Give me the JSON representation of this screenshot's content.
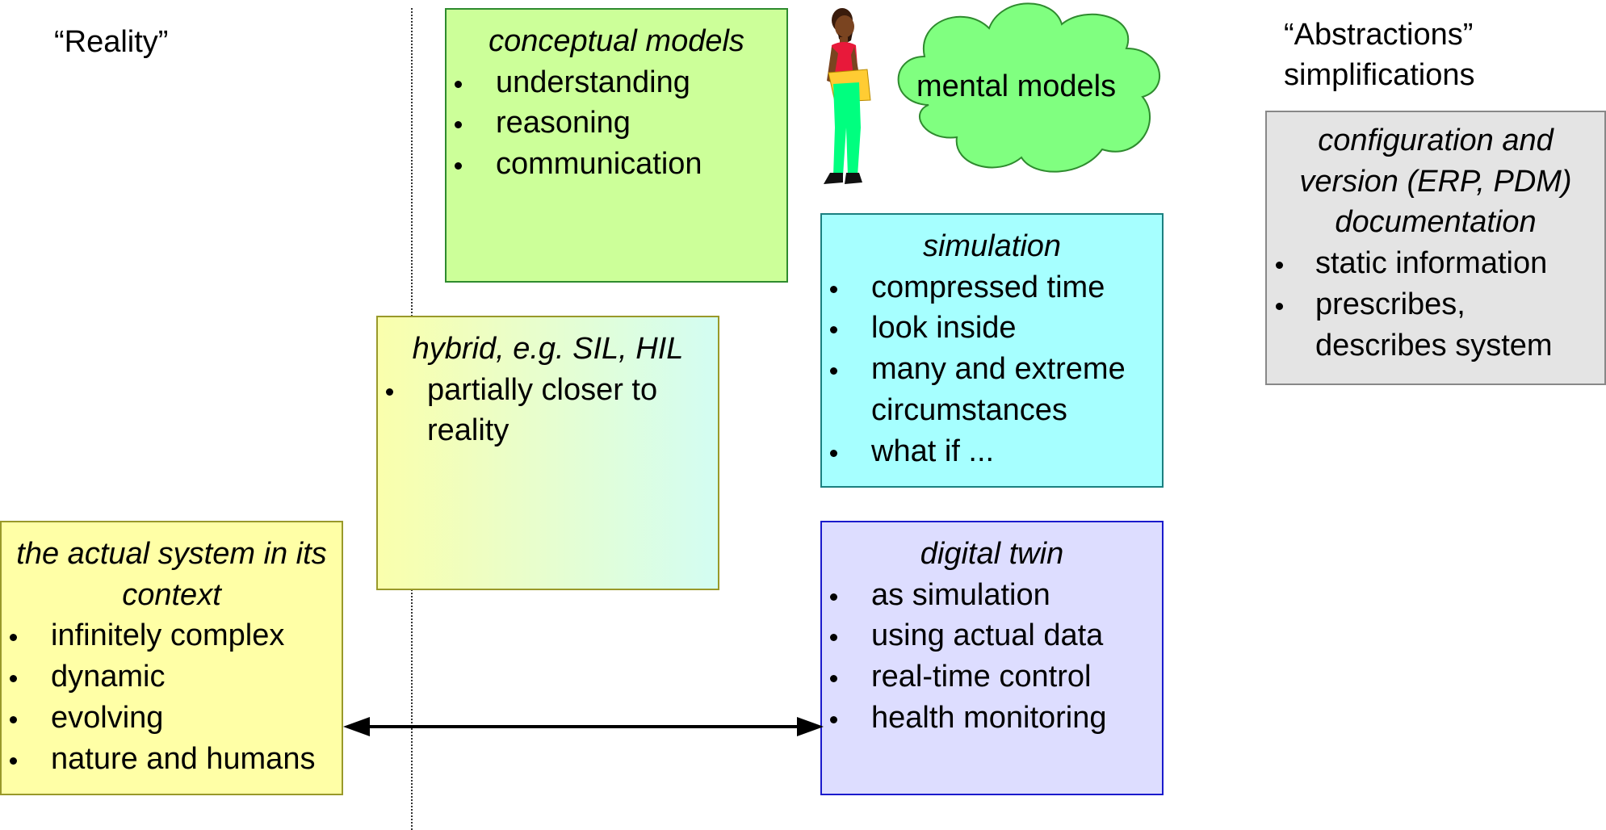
{
  "labels": {
    "reality": "“Reality”",
    "abstractions": "“Abstractions”",
    "simplifications": "simplifications"
  },
  "conceptual": {
    "title": "conceptual models",
    "items": [
      "understanding",
      "reasoning",
      "communication"
    ]
  },
  "mental": {
    "label": "mental models"
  },
  "simulation": {
    "title": "simulation",
    "items": [
      "compressed time",
      "look inside",
      "many and extreme circumstances",
      "what if ..."
    ]
  },
  "hybrid": {
    "title": "hybrid, e.g. SIL, HIL",
    "items": [
      "partially closer to reality"
    ]
  },
  "twin": {
    "title": "digital twin",
    "items": [
      "as simulation",
      "using actual data",
      "real-time control",
      "health monitoring"
    ]
  },
  "actual": {
    "title": "the actual system in its context",
    "items": [
      "infinitely complex",
      "dynamic",
      "evolving",
      "nature and humans"
    ]
  },
  "config": {
    "title": "configuration and version (ERP, PDM) documentation",
    "items": [
      "static information",
      "prescribes, describes system"
    ]
  },
  "colors": {
    "conceptual": "#ccff99",
    "simulation": "#a6ffff",
    "twin": "#ddddff",
    "actual": "#ffffa6",
    "config": "#e4e4e4",
    "cloud": "#80ff80"
  }
}
